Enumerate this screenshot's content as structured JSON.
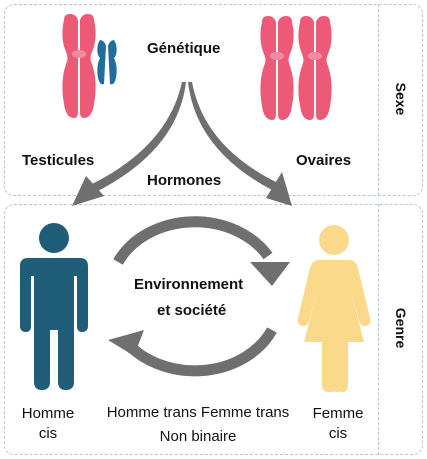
{
  "labels": {
    "genetique": "Génétique",
    "testicules": "Testicules",
    "ovaires": "Ovaires",
    "hormones": "Hormones",
    "environnement_line1": "Environnement",
    "environnement_line2": "et société",
    "homme_cis_line1": "Homme",
    "homme_cis_line2": "cis",
    "femme_cis_line1": "Femme",
    "femme_cis_line2": "cis",
    "trans_line": "Homme trans Femme trans",
    "non_binaire": "Non binaire"
  },
  "side_labels": {
    "sexe": "Sexe",
    "genre": "Genre"
  },
  "colors": {
    "chromosome_pink": "#ec5a78",
    "chromosome_blue": "#1f6e9e",
    "male_figure": "#1f5d78",
    "female_figure": "#fbd98a",
    "arrow_gray": "#6f6f6f",
    "panel_border": "#b9c4d6"
  },
  "icons": [
    "x-chromosome-icon",
    "y-chromosome-icon",
    "male-figure-icon",
    "female-figure-icon"
  ]
}
